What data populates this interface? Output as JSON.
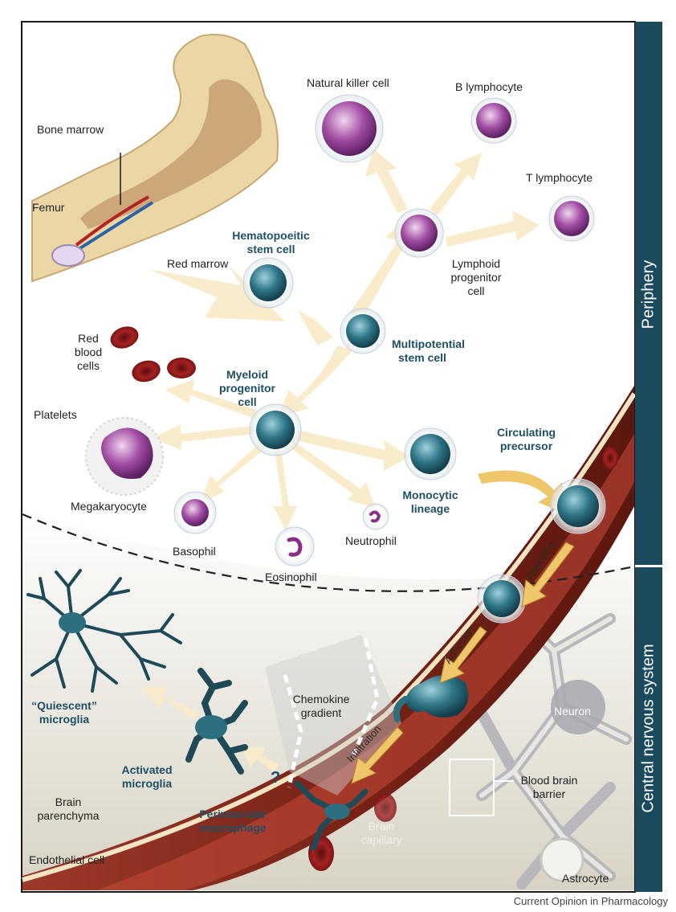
{
  "labels": {
    "bone_marrow": "Bone marrow",
    "femur": "Femur",
    "red_marrow": "Red marrow",
    "hsc_line1": "Hematopoeitic",
    "hsc_line2": "stem cell",
    "nk_cell": "Natural killer cell",
    "b_lymphocyte": "B lymphocyte",
    "t_lymphocyte": "T lymphocyte",
    "lymphoid_line1": "Lymphoid",
    "lymphoid_line2": "progenitor",
    "lymphoid_line3": "cell",
    "multipotential_line1": "Multipotential",
    "multipotential_line2": "stem cell",
    "rbc_line1": "Red",
    "rbc_line2": "blood",
    "rbc_line3": "cells",
    "myeloid_line1": "Myeloid",
    "myeloid_line2": "progenitor",
    "myeloid_line3": "cell",
    "platelets": "Platelets",
    "megakaryocyte": "Megakaryocyte",
    "basophil": "Basophil",
    "eosinophil": "Eosinophil",
    "neutrophil": "Neutrophil",
    "monocytic_line1": "Monocytic",
    "monocytic_line2": "lineage",
    "circulating_line1": "Circulating",
    "circulating_line2": "precursor",
    "patrolling": "Patrolling",
    "adhesion": "Adhesion",
    "infiltration": "Infiltration",
    "chemokine_line1": "Chemokine",
    "chemokine_line2": "gradient",
    "quiescent_line1": "“Quiescent”",
    "quiescent_line2": "microglia",
    "activated_line1": "Activated",
    "activated_line2": "microglia",
    "question": "?",
    "perivascular_line1": "Perivascular",
    "perivascular_line2": "macrophage",
    "brain_parenchyma_line1": "Brain",
    "brain_parenchyma_line2": "parenchyma",
    "endothelial_cell": "Endothelial cell",
    "brain_capillary_line1": "Brain",
    "brain_capillary_line2": "capillary",
    "neuron": "Neuron",
    "bbb_line1": "Blood brain",
    "bbb_line2": "barrier",
    "astrocyte": "Astrocyte"
  },
  "sidebar": {
    "periphery": "Periphery",
    "cns": "Central nervous system"
  },
  "credit": "Current Opinion in Pharmacology",
  "colors": {
    "sidebar": "#1b4a5c",
    "bone": "#ead4a4",
    "marrow": "#c49a6a",
    "stem_cell": "#2c6f80",
    "lymphocyte": "#9a4a9c",
    "rbc": "#8f1c1c",
    "vessel": "#7a2418",
    "microglia": "#1e4a58",
    "arrow": "#f7e9c6"
  }
}
